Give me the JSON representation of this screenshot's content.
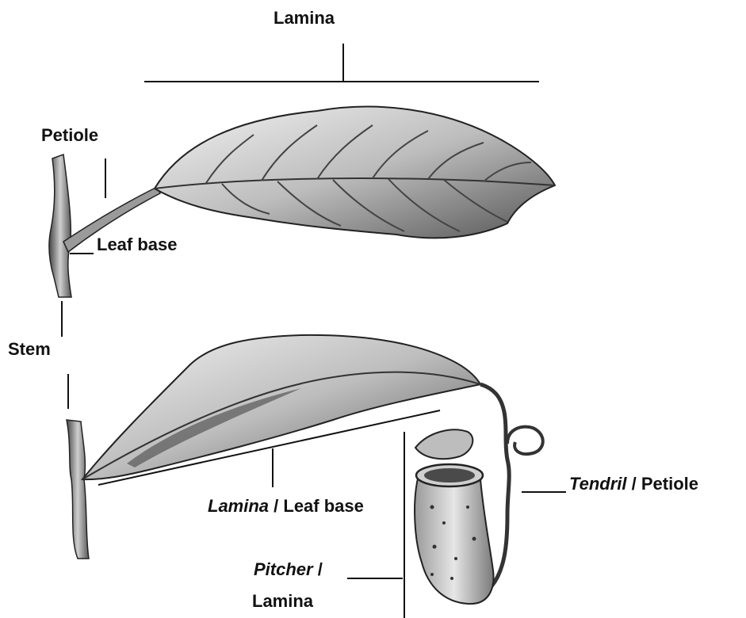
{
  "labels": {
    "top_lamina": "Lamina",
    "petiole": "Petiole",
    "leaf_base": "Leaf base",
    "stem": "Stem",
    "lamina_italic": "Lamina",
    "lamina_sep": " / ",
    "leaf_base_2": "Leaf base",
    "tendril_italic": "Tendril",
    "tendril_sep": " / ",
    "petiole_2": "Petiole",
    "pitcher_italic": "Pitcher",
    "pitcher_sep": " /",
    "pitcher_lamina": "Lamina"
  },
  "colors": {
    "ink": "#111111",
    "shade": "#6b6b6b",
    "light": "#d9d9d9"
  }
}
